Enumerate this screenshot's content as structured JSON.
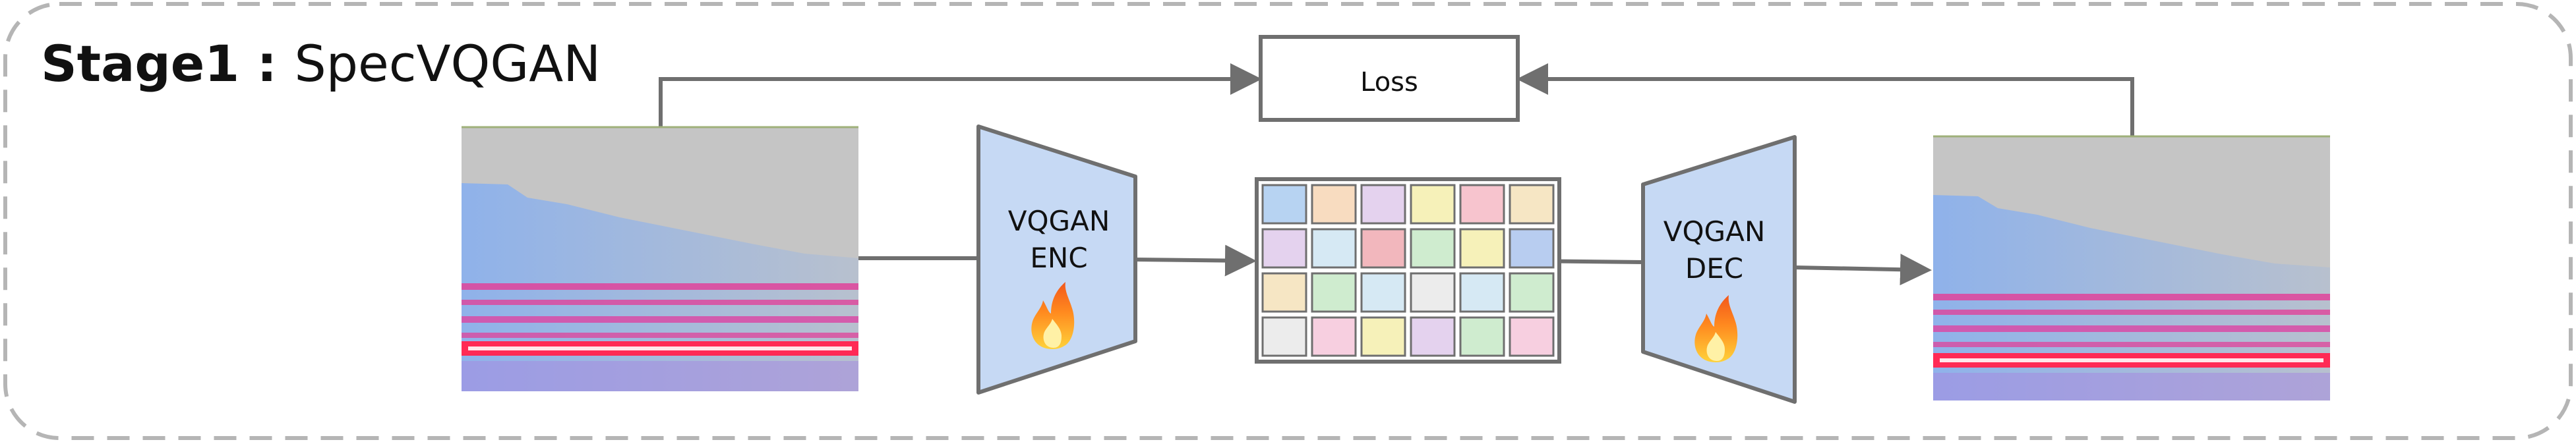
{
  "title": {
    "stage": "Stage1",
    "separator": " : ",
    "name": "SpecVQGAN"
  },
  "loss": {
    "label": "Loss"
  },
  "encoder": {
    "line1": "VQGAN",
    "line2": "ENC",
    "icon": "fire-icon",
    "trainable": true
  },
  "decoder": {
    "line1": "VQGAN",
    "line2": "DEC",
    "icon": "fire-icon",
    "trainable": true
  },
  "codebook": {
    "rows": 4,
    "cols": 6,
    "cells": [
      [
        "#b7d3f2",
        "#f8dcc0",
        "#e4d2ee",
        "#f6f1b9",
        "#f7c4ce",
        "#f6e6c4"
      ],
      [
        "#e4d2ee",
        "#d6e9f4",
        "#f2b7bd",
        "#cfeccf",
        "#f6f1b9",
        "#b8cdf0"
      ],
      [
        "#f6e6c4",
        "#cfeccf",
        "#d6e9f4",
        "#ececec",
        "#d6e9f4",
        "#cfeccf"
      ],
      [
        "#ececec",
        "#f7cfe0",
        "#f6f1b9",
        "#e4d2ee",
        "#cfeccf",
        "#f7cfe0"
      ]
    ]
  },
  "colors": {
    "border": "#b5b5b5",
    "stroke": "#6f6f6f",
    "block_fill": "#c6d9f4",
    "spec_bg": "#c5c5c5",
    "spec_blue": "#8fb2ea",
    "spec_magenta": "#e0429a",
    "spec_red": "#ff2a55"
  }
}
